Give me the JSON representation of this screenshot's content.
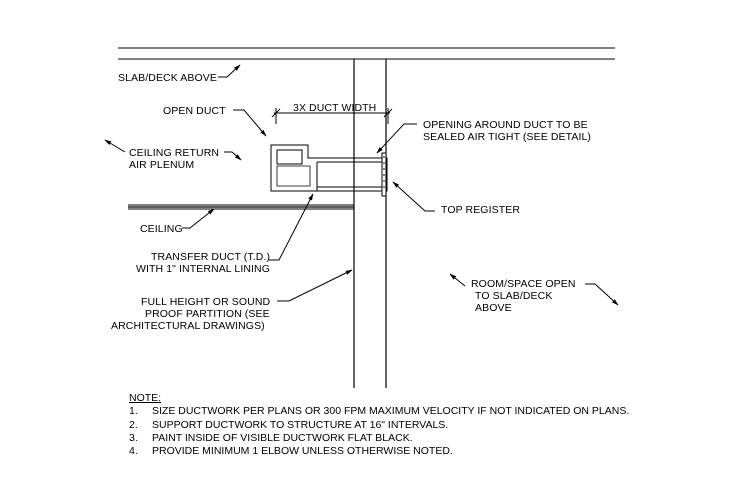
{
  "labels": {
    "slab_deck": "SLAB/DECK ABOVE",
    "open_duct": "OPEN DUCT",
    "duct_width": "3X DUCT WIDTH",
    "opening_line1": "OPENING AROUND DUCT TO BE",
    "opening_line2": "SEALED AIR TIGHT (SEE DETAIL)",
    "ceiling_return_line1": "CEILING RETURN",
    "ceiling_return_line2": "AIR PLENUM",
    "ceiling": "CEILING",
    "top_register": "TOP REGISTER",
    "transfer_duct_line1": "TRANSFER DUCT (T.D.)",
    "transfer_duct_line2": "WITH 1\" INTERNAL LINING",
    "room_line1": "ROOM/SPACE OPEN",
    "room_line2": "TO SLAB/DECK",
    "room_line3": "ABOVE",
    "partition_line1": "FULL HEIGHT OR SOUND",
    "partition_line2": "PROOF PARTITION (SEE",
    "partition_line3": "ARCHITECTURAL DRAWINGS)"
  },
  "notes": {
    "title": "NOTE:",
    "items": [
      {
        "num": "1.",
        "text": "SIZE DUCTWORK PER PLANS OR 300 FPM MAXIMUM VELOCITY IF NOT INDICATED ON PLANS."
      },
      {
        "num": "2.",
        "text": "SUPPORT DUCTWORK TO STRUCTURE AT 16\" INTERVALS."
      },
      {
        "num": "3.",
        "text": "PAINT INSIDE OF VISIBLE DUCTWORK FLAT BLACK."
      },
      {
        "num": "4.",
        "text": "PROVIDE MINIMUM 1 ELBOW UNLESS OTHERWISE NOTED."
      }
    ]
  }
}
